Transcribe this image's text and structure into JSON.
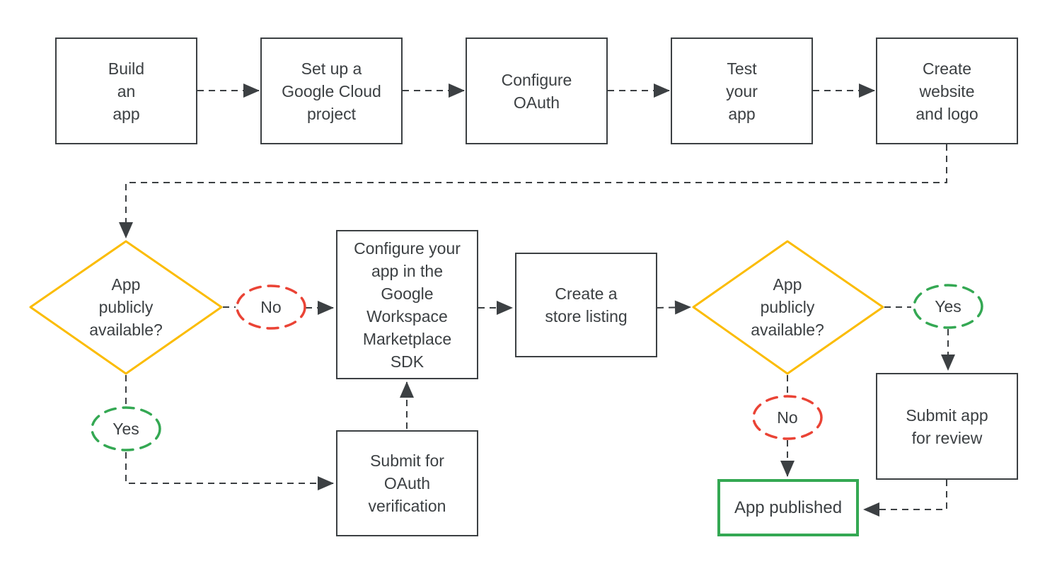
{
  "diagram": {
    "type": "flowchart",
    "colors": {
      "outline": "#3C4043",
      "text": "#3C4043",
      "decision_diamond": "#FBBC04",
      "no_branch": "#EA4335",
      "yes_branch": "#34A853",
      "published_box": "#34A853",
      "background": "#FFFFFF"
    },
    "nodes": {
      "build_app": {
        "label": "Build\nan\napp"
      },
      "setup_project": {
        "label": "Set up a\nGoogle Cloud\nproject"
      },
      "configure_oauth": {
        "label": "Configure\nOAuth"
      },
      "test_app": {
        "label": "Test\nyour\napp"
      },
      "create_website": {
        "label": "Create\nwebsite\nand logo"
      },
      "decision_public_1": {
        "label": "App\npublicly\navailable?"
      },
      "branch_no_1": {
        "label": "No"
      },
      "branch_yes_1": {
        "label": "Yes"
      },
      "configure_marketplace_sdk": {
        "label": "Configure your\napp in the\nGoogle\nWorkspace\nMarketplace\nSDK"
      },
      "create_store_listing": {
        "label": "Create a\nstore listing"
      },
      "decision_public_2": {
        "label": "App\npublicly\navailable?"
      },
      "branch_yes_2": {
        "label": "Yes"
      },
      "branch_no_2": {
        "label": "No"
      },
      "submit_oauth_verification": {
        "label": "Submit for\nOAuth\nverification"
      },
      "submit_app_review": {
        "label": "Submit app\nfor review"
      },
      "app_published": {
        "label": "App published"
      }
    }
  }
}
